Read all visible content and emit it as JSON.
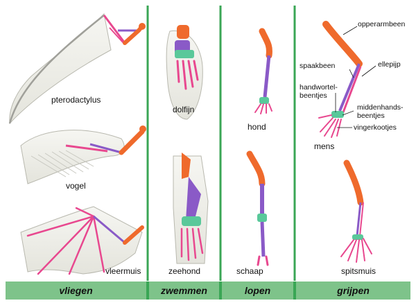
{
  "colors": {
    "divider_green": "#3aa655",
    "footer_green": "#7ec38a",
    "humerus_orange": "#ef6a2c",
    "ulna_purple": "#8a5ac7",
    "carpal_green": "#59c89a",
    "digit_pink": "#e8488f",
    "membrane": "#f1f1ec"
  },
  "columns": [
    {
      "id": "vliegen",
      "label": "vliegen"
    },
    {
      "id": "zwemmen",
      "label": "zwemmen"
    },
    {
      "id": "lopen",
      "label": "lopen"
    },
    {
      "id": "grijpen",
      "label": "grijpen"
    }
  ],
  "animals": {
    "pterodactylus": "pterodactylus",
    "vogel": "vogel",
    "vleermuis": "vleermuis",
    "dolfijn": "dolfijn",
    "zeehond": "zeehond",
    "hond": "hond",
    "schaap": "schaap",
    "mens": "mens",
    "spitsmuis": "spitsmuis"
  },
  "bone_labels": {
    "opperarmbeen": "opperarmbeen",
    "spaakbeen": "spaakbeen",
    "ellepijp": "ellepijp",
    "handwortelbeentjes_1": "handwortel-",
    "handwortelbeentjes_2": "beentjes",
    "middenhandsbeentjes_1": "middenhands-",
    "middenhandsbeentjes_2": "beentjes",
    "vingerkootjes": "vingerkootjes"
  }
}
